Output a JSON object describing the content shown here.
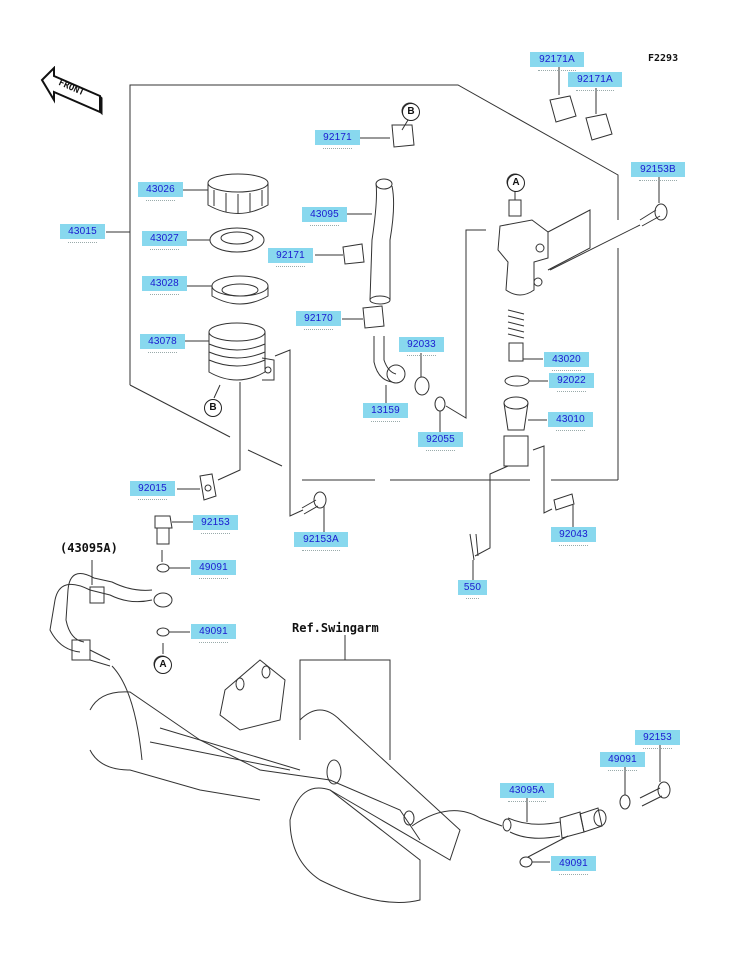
{
  "figure_code": "F2293",
  "orientation_badge": {
    "text": "FRONT",
    "icon": "arrow-left-icon"
  },
  "reference_note": "Ref.Swingarm",
  "assembly_note": "(43095A)",
  "callouts": [
    "A",
    "B",
    "A",
    "B"
  ],
  "parts": [
    {
      "id": "p-92171A-1",
      "number": "92171A"
    },
    {
      "id": "p-92171A-2",
      "number": "92171A"
    },
    {
      "id": "p-92153B",
      "number": "92153B"
    },
    {
      "id": "p-43015",
      "number": "43015"
    },
    {
      "id": "p-43026",
      "number": "43026"
    },
    {
      "id": "p-43027",
      "number": "43027"
    },
    {
      "id": "p-43028",
      "number": "43028"
    },
    {
      "id": "p-43078",
      "number": "43078"
    },
    {
      "id": "p-92171-top",
      "number": "92171"
    },
    {
      "id": "p-43095",
      "number": "43095"
    },
    {
      "id": "p-92171-mid",
      "number": "92171"
    },
    {
      "id": "p-92170",
      "number": "92170"
    },
    {
      "id": "p-92033",
      "number": "92033"
    },
    {
      "id": "p-13159",
      "number": "13159"
    },
    {
      "id": "p-92055",
      "number": "92055"
    },
    {
      "id": "p-43020",
      "number": "43020"
    },
    {
      "id": "p-92022",
      "number": "92022"
    },
    {
      "id": "p-43010",
      "number": "43010"
    },
    {
      "id": "p-92015",
      "number": "92015"
    },
    {
      "id": "p-92153-left",
      "number": "92153"
    },
    {
      "id": "p-92153A",
      "number": "92153A"
    },
    {
      "id": "p-92043",
      "number": "92043"
    },
    {
      "id": "p-49091-upper",
      "number": "49091"
    },
    {
      "id": "p-49091-lower",
      "number": "49091"
    },
    {
      "id": "p-550",
      "number": "550"
    },
    {
      "id": "p-92153-right",
      "number": "92153"
    },
    {
      "id": "p-49091-right",
      "number": "49091"
    },
    {
      "id": "p-43095A",
      "number": "43095A"
    },
    {
      "id": "p-49091-bottom",
      "number": "49091"
    }
  ]
}
